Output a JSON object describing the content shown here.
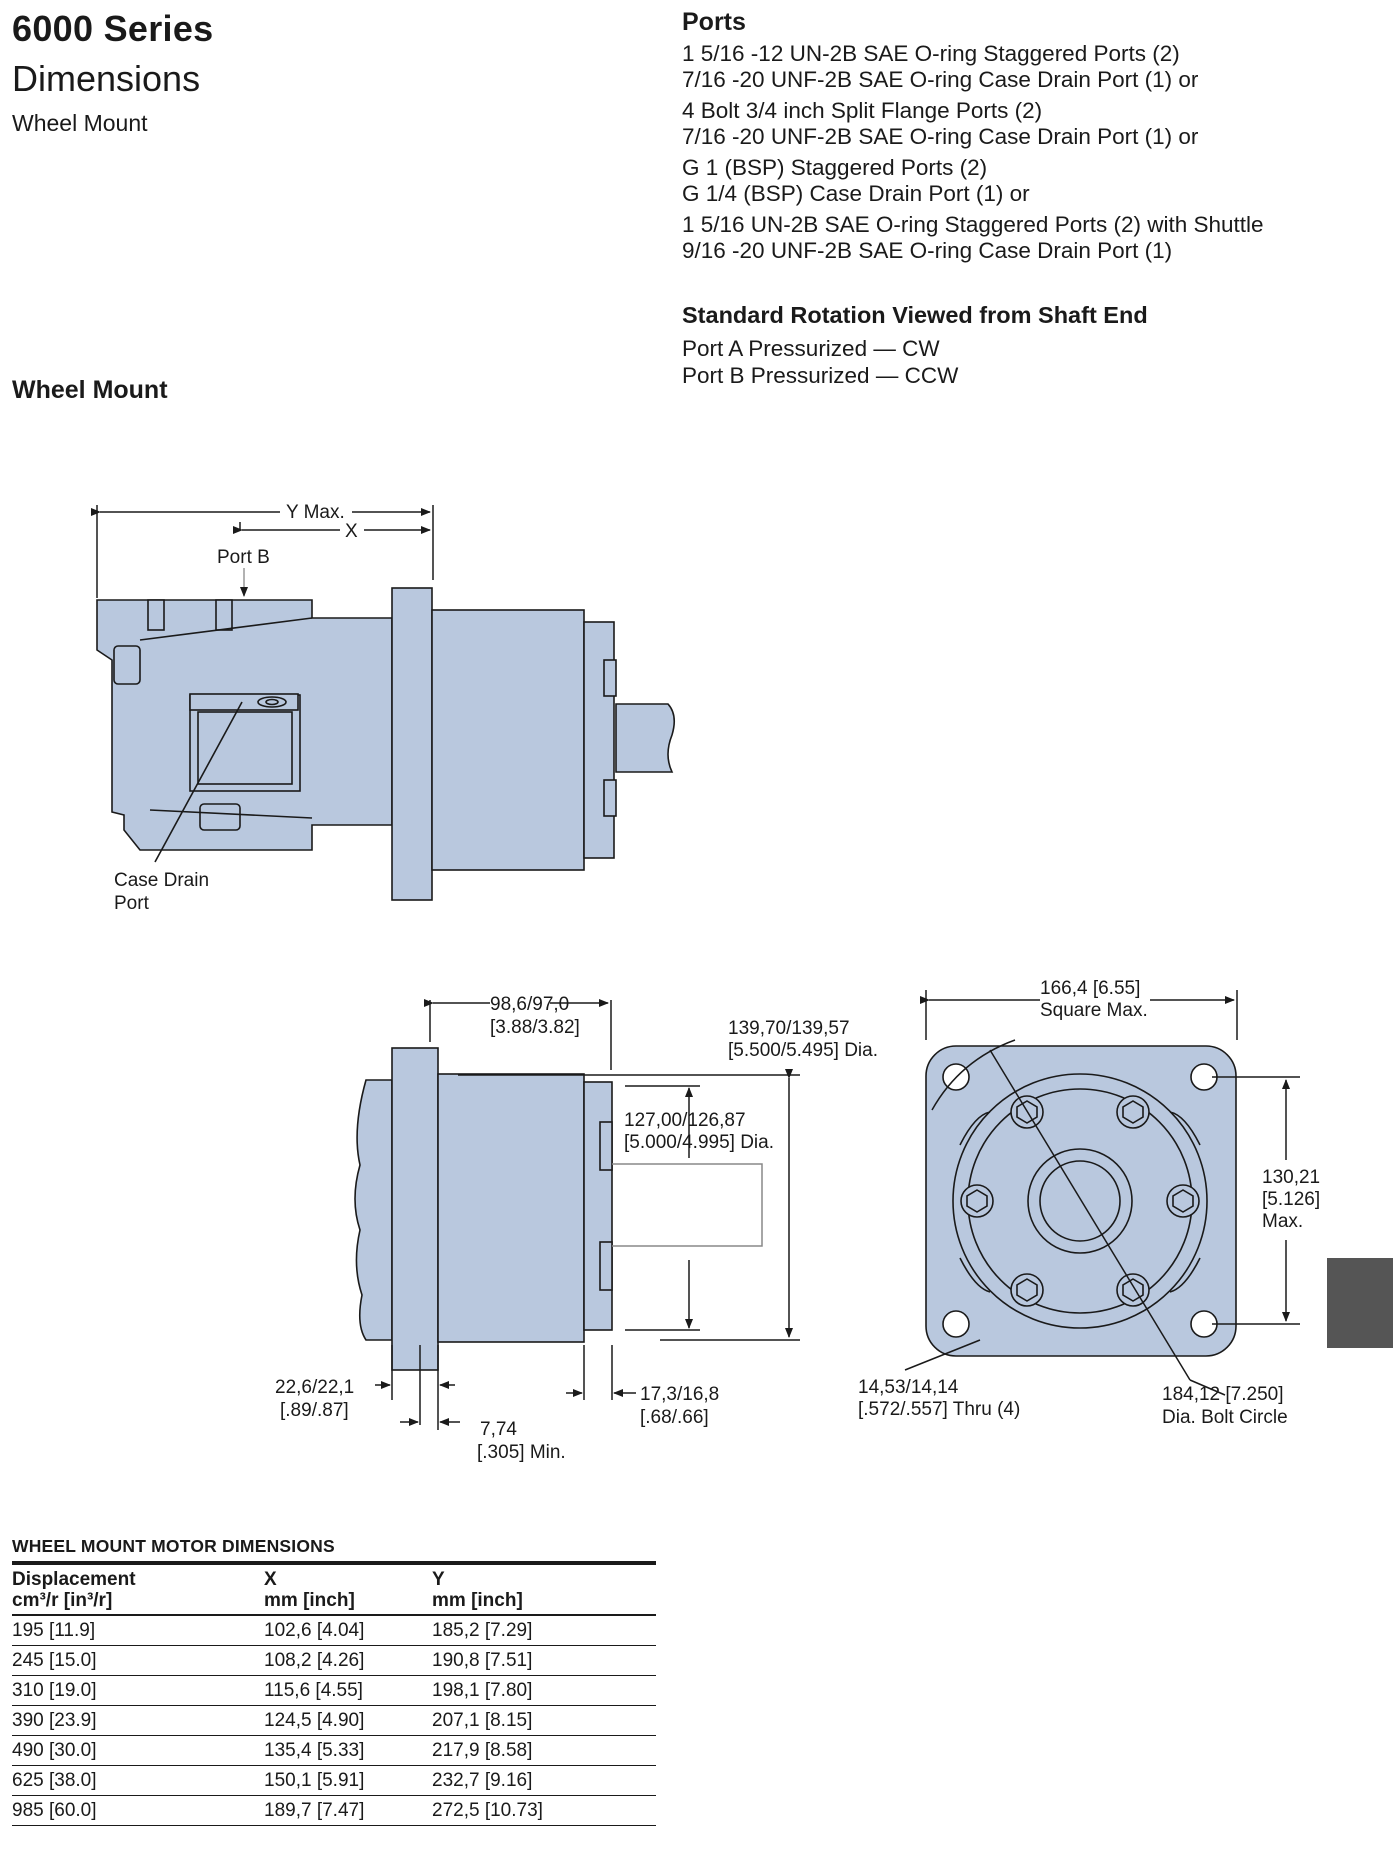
{
  "header": {
    "series": "6000 Series",
    "title": "Dimensions",
    "subtitle": "Wheel Mount",
    "section_heading": "Wheel Mount"
  },
  "ports": {
    "heading": "Ports",
    "groups": [
      [
        "1 5/16 -12 UN-2B SAE O-ring Staggered Ports (2)",
        "7/16 -20 UNF-2B SAE O-ring Case Drain Port (1) or"
      ],
      [
        "4 Bolt 3/4 inch Split Flange Ports (2)",
        "7/16 -20 UNF-2B SAE O-ring Case Drain Port (1) or"
      ],
      [
        "G 1 (BSP) Staggered Ports (2)",
        "G 1/4 (BSP)  Case Drain Port (1) or"
      ],
      [
        "1 5/16 UN-2B SAE O-ring Staggered Ports (2)  with Shuttle",
        "9/16 -20 UNF-2B SAE O-ring Case Drain Port (1)"
      ]
    ]
  },
  "rotation": {
    "heading": "Standard Rotation Viewed from Shaft End",
    "lines": [
      "Port A Pressurized — CW",
      "Port B Pressurized — CCW"
    ]
  },
  "drawing_labels": {
    "y_max": "Y Max.",
    "x": "X",
    "port_b": "Port B",
    "case_drain": [
      "Case Drain",
      "Port"
    ],
    "d_98": [
      "98,6/97,0",
      "[3.88/3.82]"
    ],
    "d_139": [
      "139,70/139,57",
      "[5.500/5.495] Dia."
    ],
    "d_127": [
      "127,00/126,87",
      "[5.000/4.995] Dia."
    ],
    "d_22": [
      "22,6/22,1",
      "[.89/.87]"
    ],
    "d_774": [
      "7,74",
      "[.305] Min."
    ],
    "d_173": [
      "17,3/16,8",
      "[.68/.66]"
    ],
    "d_166": [
      "166,4 [6.55]",
      "Square Max."
    ],
    "d_130": [
      "130,21",
      "[5.126]",
      "Max."
    ],
    "d_1453": [
      "14,53/14,14",
      "[.572/.557] Thru (4)"
    ],
    "d_184": [
      "184,12 [7.250]",
      "Dia. Bolt Circle"
    ]
  },
  "colors": {
    "part_fill": "#b9c8de",
    "line": "#1a1a1a",
    "tab": "#555555"
  },
  "table": {
    "title": "WHEEL MOUNT MOTOR DIMENSIONS",
    "headers": [
      [
        "Displacement",
        "cm³/r [in³/r]"
      ],
      [
        "X",
        "mm [inch]"
      ],
      [
        "Y",
        "mm [inch]"
      ]
    ],
    "rows": [
      [
        "195 [11.9]",
        "102,6 [4.04]",
        "185,2 [7.29]"
      ],
      [
        "245 [15.0]",
        "108,2 [4.26]",
        "190,8 [7.51]"
      ],
      [
        "310 [19.0]",
        "115,6 [4.55]",
        "198,1 [7.80]"
      ],
      [
        "390 [23.9]",
        "124,5 [4.90]",
        "207,1 [8.15]"
      ],
      [
        "490 [30.0]",
        "135,4 [5.33]",
        "217,9 [8.58]"
      ],
      [
        "625 [38.0]",
        "150,1 [5.91]",
        "232,7 [9.16]"
      ],
      [
        "985 [60.0]",
        "189,7 [7.47]",
        "272,5 [10.73]"
      ]
    ]
  }
}
